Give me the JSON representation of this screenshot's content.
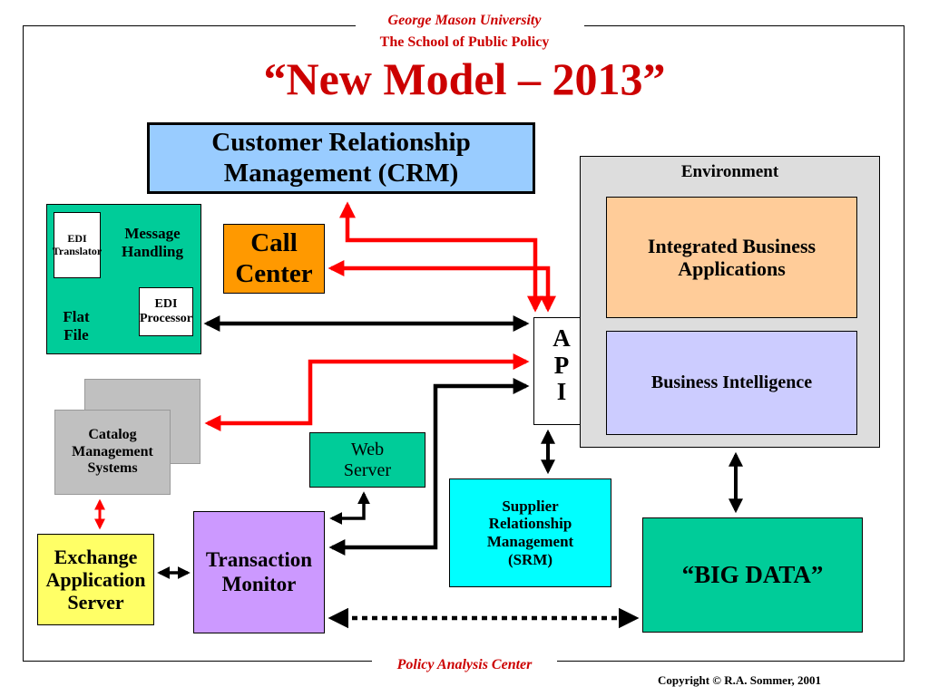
{
  "header": {
    "university": "George Mason University",
    "school": "The School of Public Policy",
    "title": "“New Model – 2013”"
  },
  "footer": {
    "center": "Policy Analysis Center",
    "copyright": "Copyright © R.A. Sommer, 2001"
  },
  "nodes": {
    "crm": {
      "line1": "Customer Relationship",
      "line2": "Management (CRM)"
    },
    "call_center": {
      "line1": "Call",
      "line2": "Center"
    },
    "edi": {
      "translator_line1": "EDI",
      "translator_line2": "Translator",
      "message_line1": "Message",
      "message_line2": "Handling",
      "processor_line1": "EDI",
      "processor_line2": "Processor",
      "flat_line1": "Flat",
      "flat_line2": "File"
    },
    "api": {
      "a": "A",
      "p": "P",
      "i": "I"
    },
    "environment": {
      "label": "Environment",
      "iba_line1": "Integrated Business",
      "iba_line2": "Applications",
      "bi": "Business Intelligence"
    },
    "catalog": {
      "line1": "Catalog",
      "line2": "Management",
      "line3": "Systems"
    },
    "web_server": {
      "line1": "Web",
      "line2": "Server"
    },
    "srm": {
      "line1": "Supplier",
      "line2": "Relationship",
      "line3": "Management",
      "line4": "(SRM)"
    },
    "exchange": {
      "line1": "Exchange",
      "line2": "Application",
      "line3": "Server"
    },
    "transaction_monitor": {
      "line1": "Transaction",
      "line2": "Monitor"
    },
    "big_data": {
      "label": "“BIG DATA”"
    }
  },
  "colors": {
    "header_red": "#cc0000",
    "arrow_red": "#ff0000",
    "crm_fill": "#99ccff",
    "call_center_fill": "#ff9900",
    "edi_fill": "#00cc99",
    "environment_fill": "#dddddd",
    "iba_fill": "#ffcc99",
    "bi_fill": "#ccccff",
    "catalog_fill": "#c0c0c0",
    "web_server_fill": "#00cc99",
    "srm_fill": "#00ffff",
    "exchange_fill": "#ffff66",
    "transaction_fill": "#cc99ff",
    "big_data_fill": "#00cc99"
  }
}
